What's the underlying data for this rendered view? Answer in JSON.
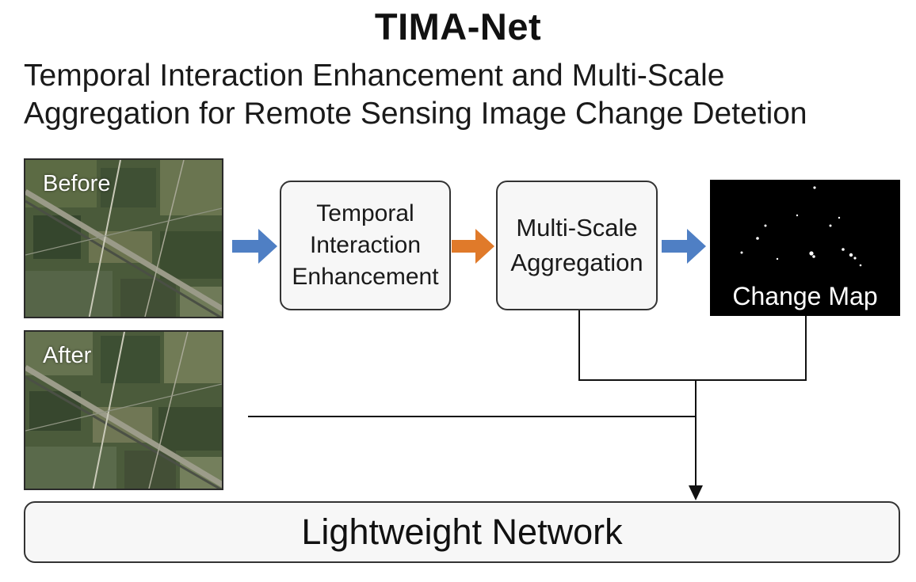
{
  "title": "TIMA-Net",
  "subtitle": "Temporal Interaction Enhancement and Multi-Scale\nAggregation for Remote Sensing Image Change Detetion",
  "images": {
    "before_label": "Before",
    "after_label": "After"
  },
  "nodes": {
    "temporal": "Temporal\nInteraction\nEnhancement",
    "multiscale": "Multi-Scale\nAggregation",
    "change_map": "Change Map",
    "lightweight": "Lightweight Network"
  },
  "colors": {
    "arrow_blue": "#4f7fc4",
    "arrow_orange": "#e07a2a",
    "line": "#111111"
  }
}
